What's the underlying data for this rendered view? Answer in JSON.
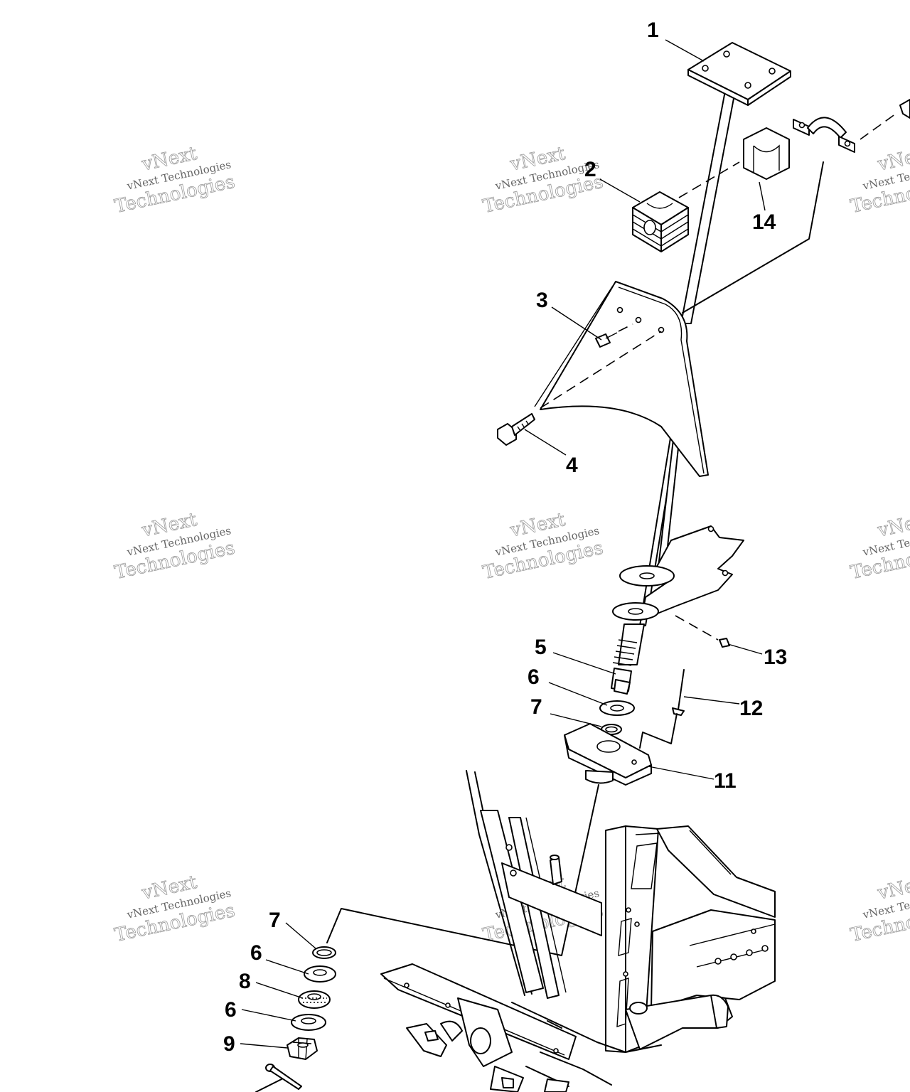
{
  "watermark": {
    "line1": "vNext",
    "line2": "vNext Technologies",
    "line3": "Technologies"
  },
  "callouts": [
    {
      "id": "1",
      "label": "1"
    },
    {
      "id": "2",
      "label": "2"
    },
    {
      "id": "3",
      "label": "3"
    },
    {
      "id": "4",
      "label": "4"
    },
    {
      "id": "5",
      "label": "5"
    },
    {
      "id": "6a",
      "label": "6"
    },
    {
      "id": "7a",
      "label": "7"
    },
    {
      "id": "11",
      "label": "11"
    },
    {
      "id": "12",
      "label": "12"
    },
    {
      "id": "13",
      "label": "13"
    },
    {
      "id": "14",
      "label": "14"
    },
    {
      "id": "7b",
      "label": "7"
    },
    {
      "id": "6b",
      "label": "6"
    },
    {
      "id": "8",
      "label": "8"
    },
    {
      "id": "6c",
      "label": "6"
    },
    {
      "id": "9",
      "label": "9"
    }
  ]
}
